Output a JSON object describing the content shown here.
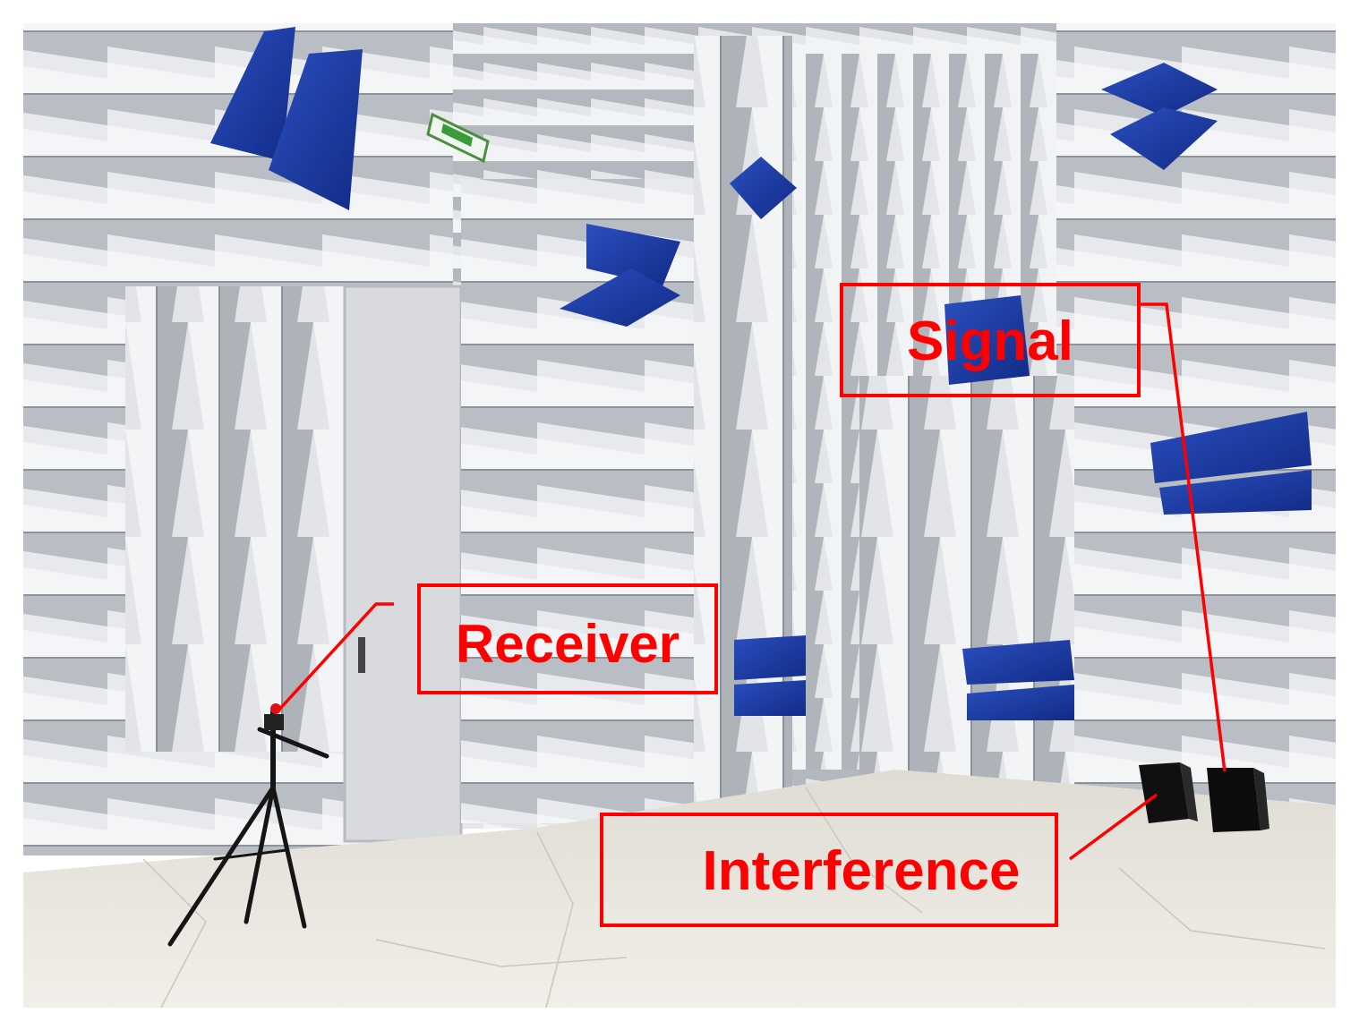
{
  "colors": {
    "annotation": "#ff0000",
    "foam_light": "#e6e7ea",
    "foam_shadow": "#9ea3ab",
    "foam_accent_blue": "#1d3a9c",
    "floor": "#e9e7df",
    "background": "#ffffff"
  },
  "annotations": {
    "signal": {
      "label": "Signal"
    },
    "receiver": {
      "label": "Receiver"
    },
    "interference": {
      "label": "Interference"
    }
  },
  "objects": {
    "receiver_device": "tripod-with-microphone",
    "signal_device": "loudspeaker",
    "interference_device": "loudspeaker",
    "exit_sign": "green-exit-sign"
  }
}
